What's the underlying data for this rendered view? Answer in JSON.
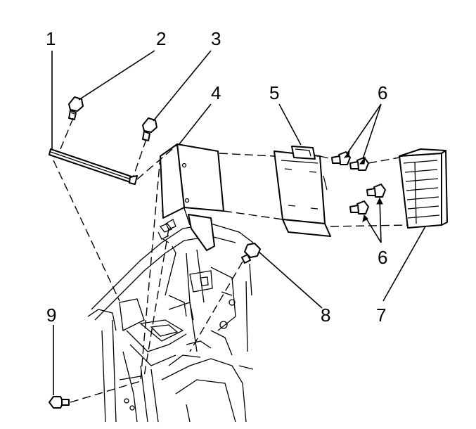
{
  "callouts": {
    "c1": "1",
    "c2": "2",
    "c3": "3",
    "c4": "4",
    "c5": "5",
    "c6a": "6",
    "c6b": "6",
    "c7": "7",
    "c8": "8",
    "c9": "9"
  }
}
